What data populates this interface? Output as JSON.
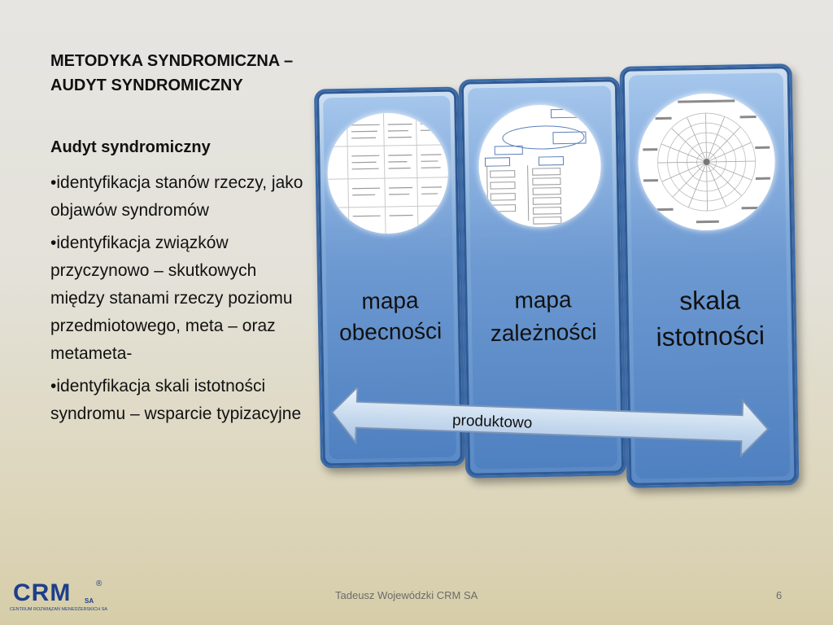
{
  "title": "METODYKA SYNDROMICZNA – AUDYT SYNDROMICZNY",
  "subtitle": "Audyt syndromiczny",
  "bullets": [
    "•identyfikacja stanów rzeczy, jako objawów syndromów",
    "•identyfikacja związków przyczynowo – skutkowych między stanami rzeczy poziomu przedmiotowego, meta – oraz metameta-",
    "•identyfikacja skali istotności syndromu – wsparcie typizacyjne"
  ],
  "cards": [
    {
      "label_line1": "mapa",
      "label_line2": "obecności"
    },
    {
      "label_line1": "mapa",
      "label_line2": "zależności"
    },
    {
      "label_line1": "skala",
      "label_line2": "istotności"
    }
  ],
  "arrow_label": "produktowo",
  "footer": {
    "author": "Tadeusz Wojewódzki CRM SA",
    "page": "6"
  },
  "logo": {
    "text": "CRM",
    "sa": "SA",
    "registered": "®",
    "caption": "CENTRUM ROZWIĄZAŃ MENEDŻERSKICH SA",
    "color": "#1d3f8a"
  },
  "colors": {
    "card_border": "#3d6ba8",
    "card_fill": "#6e9ad2",
    "arrow_fill": "#c9dcef"
  }
}
